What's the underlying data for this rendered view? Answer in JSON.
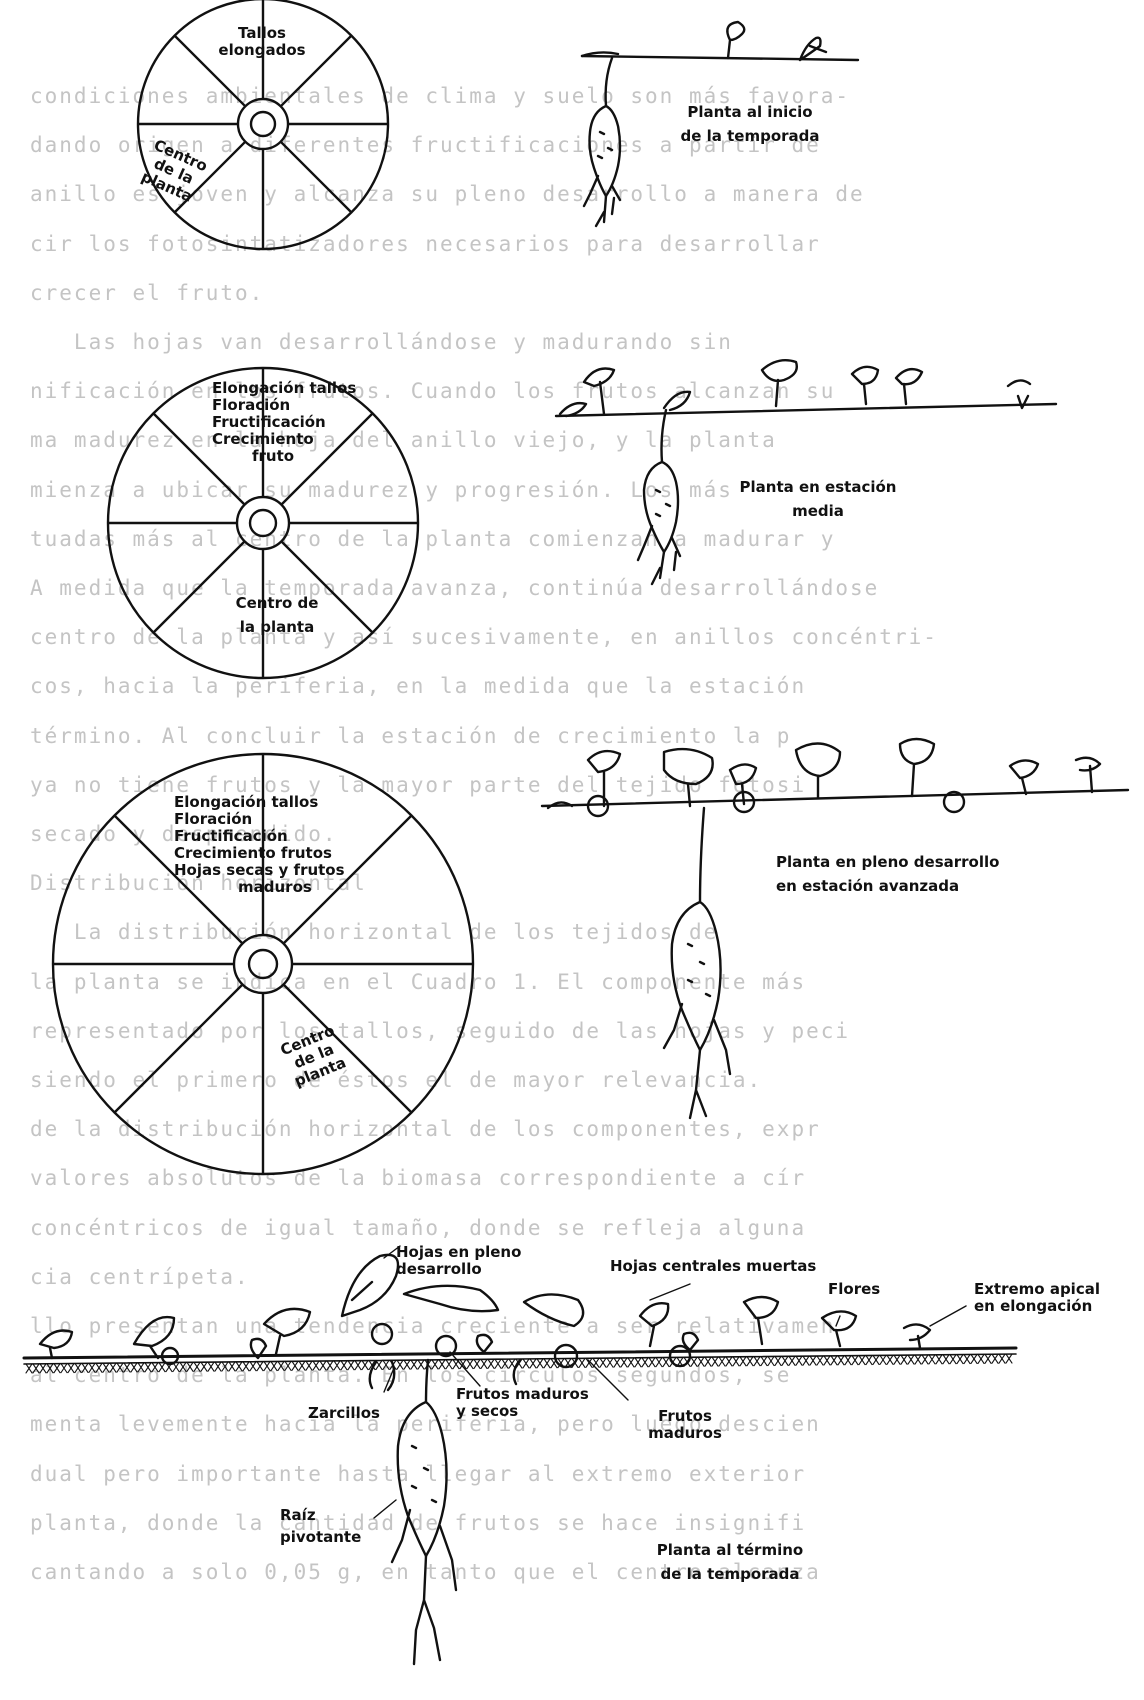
{
  "background_text": [
    "condiciones ambientales de clima y suelo son más favora-",
    "dando origen a diferentes fructificaciones a partir de",
    "anillo es joven y alcanza su pleno desarrollo a manera de",
    "cir los fotosintatizadores necesarios para desarrollar",
    "crecer el fruto.",
    "   Las hojas van desarrollándose y madurando sin",
    "nificación en los frutos. Cuando los frutos alcanzan su",
    "ma madurez en la hoja del anillo viejo, y la planta",
    "mienza a ubicar su madurez y progresión. Los más",
    "tuadas más al centro de la planta comienzan a madurar y",
    "A medida que la temporada avanza, continúa desarrollándose",
    "centro de la planta y así sucesivamente, en anillos concéntri-",
    "cos, hacia la periferia, en la medida que la estación",
    "término. Al concluir la estación de crecimiento la p",
    "ya no tiene frutos y la mayor parte del tejido fotosi",
    "secado y desprendido.",
    "Distribución horizontal",
    "   La distribución horizontal de los tejidos de",
    "la planta se indica en el Cuadro 1. El componente más",
    "representado por los tallos, seguido de las hojas y peci",
    "siendo el primero de éstos el de mayor relevancia.",
    "de la distribución horizontal de los componentes, expr",
    "valores absolutos de la biomasa correspondiente a cír",
    "concéntricos de igual tamaño, donde se refleja alguna",
    "cia centrípeta.",
    "llo presentan una tendencia creciente a ser relativamen",
    "al centro de la planta. En los círculos segundos, se",
    "menta levemente hacia la periferia, pero luego descien",
    "dual pero importante hasta llegar al extremo exterior",
    "planta, donde la cantidad de frutos se hace insignifi",
    "cantando a solo 0,05 g, en tanto que el centro alcanza"
  ],
  "wheel1": {
    "outer_label": [
      "Tallos",
      "elongados"
    ],
    "center_label": [
      "Centro",
      "de la",
      "planta"
    ]
  },
  "wheel2": {
    "outer_label": [
      "Elongación tallos",
      "Floración",
      "Fructificación",
      "Crecimiento",
      "fruto"
    ],
    "center_label": [
      "Centro de",
      "la planta"
    ]
  },
  "wheel3": {
    "outer_label": [
      "Elongación tallos",
      "Floración",
      "Fructificación",
      "Crecimiento frutos",
      "Hojas secas y frutos",
      "maduros"
    ],
    "center_label": [
      "Centro",
      "de la",
      "planta"
    ]
  },
  "plant1_caption": [
    "Planta al inicio",
    "de la temporada"
  ],
  "plant2_caption": [
    "Planta en estación",
    "media"
  ],
  "plant3_caption": [
    "Planta en pleno desarrollo",
    "en estación avanzada"
  ],
  "final_labels": {
    "hojas_pleno": [
      "Hojas en pleno",
      "desarrollo"
    ],
    "hojas_muertas": "Hojas centrales muertas",
    "flores": "Flores",
    "extremo_apical": [
      "Extremo apical",
      "en elongación"
    ],
    "zarcillos": "Zarcillos",
    "frutos_maduros_secos": [
      "Frutos maduros",
      "y secos"
    ],
    "frutos_maduros": [
      "Frutos",
      "maduros"
    ],
    "raiz": [
      "Raíz",
      "pivotante"
    ],
    "caption": [
      "Planta al término",
      "de la temporada"
    ]
  }
}
